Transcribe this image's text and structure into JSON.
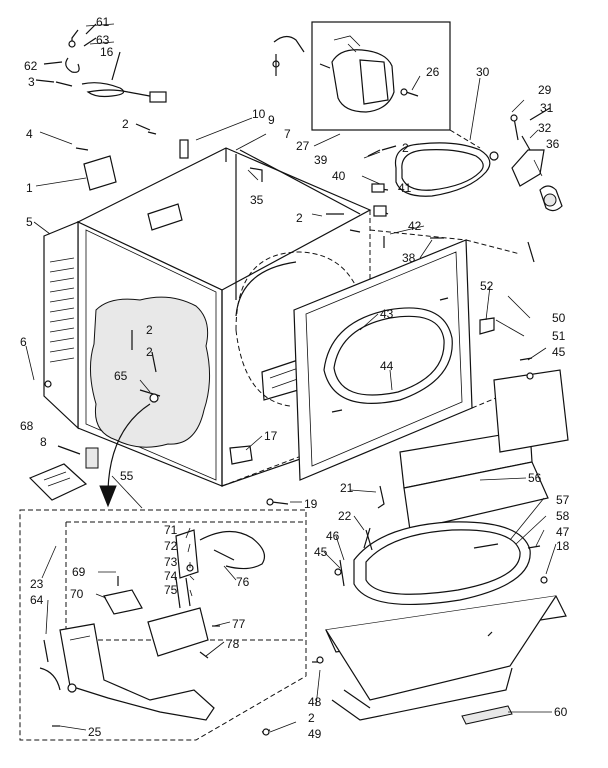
{
  "labels": {
    "l61": "61",
    "l62": "62",
    "l63": "63",
    "l16": "16",
    "l3": "3",
    "l2a": "2",
    "l10": "10",
    "l9": "9",
    "l7": "7",
    "l4": "4",
    "l1": "1",
    "l5": "5",
    "l6": "6",
    "l68": "68",
    "l8": "8",
    "l2b": "2",
    "l2c": "2",
    "l65": "65",
    "l27": "27",
    "l39": "39",
    "l2d": "2",
    "l40": "40",
    "l41": "41",
    "l35": "35",
    "l2e": "2",
    "l26": "26",
    "l30": "30",
    "l29": "29",
    "l31": "31",
    "l32": "32",
    "l36": "36",
    "l42": "42",
    "l38": "38",
    "l50": "50",
    "l52": "52",
    "l51": "51",
    "l45a": "45",
    "l43": "43",
    "l44": "44",
    "l17": "17",
    "l55": "55",
    "l19": "19",
    "l21": "21",
    "l22": "22",
    "l56": "56",
    "l57": "57",
    "l58": "58",
    "l47": "47",
    "l18": "18",
    "l46": "46",
    "l45b": "45",
    "l71": "71",
    "l72": "72",
    "l73": "73",
    "l74": "74",
    "l75": "75",
    "l76": "76",
    "l69": "69",
    "l70": "70",
    "l77": "77",
    "l78": "78",
    "l23": "23",
    "l64": "64",
    "l25": "25",
    "l48": "48",
    "l2f": "2",
    "l49": "49",
    "l60": "60"
  }
}
